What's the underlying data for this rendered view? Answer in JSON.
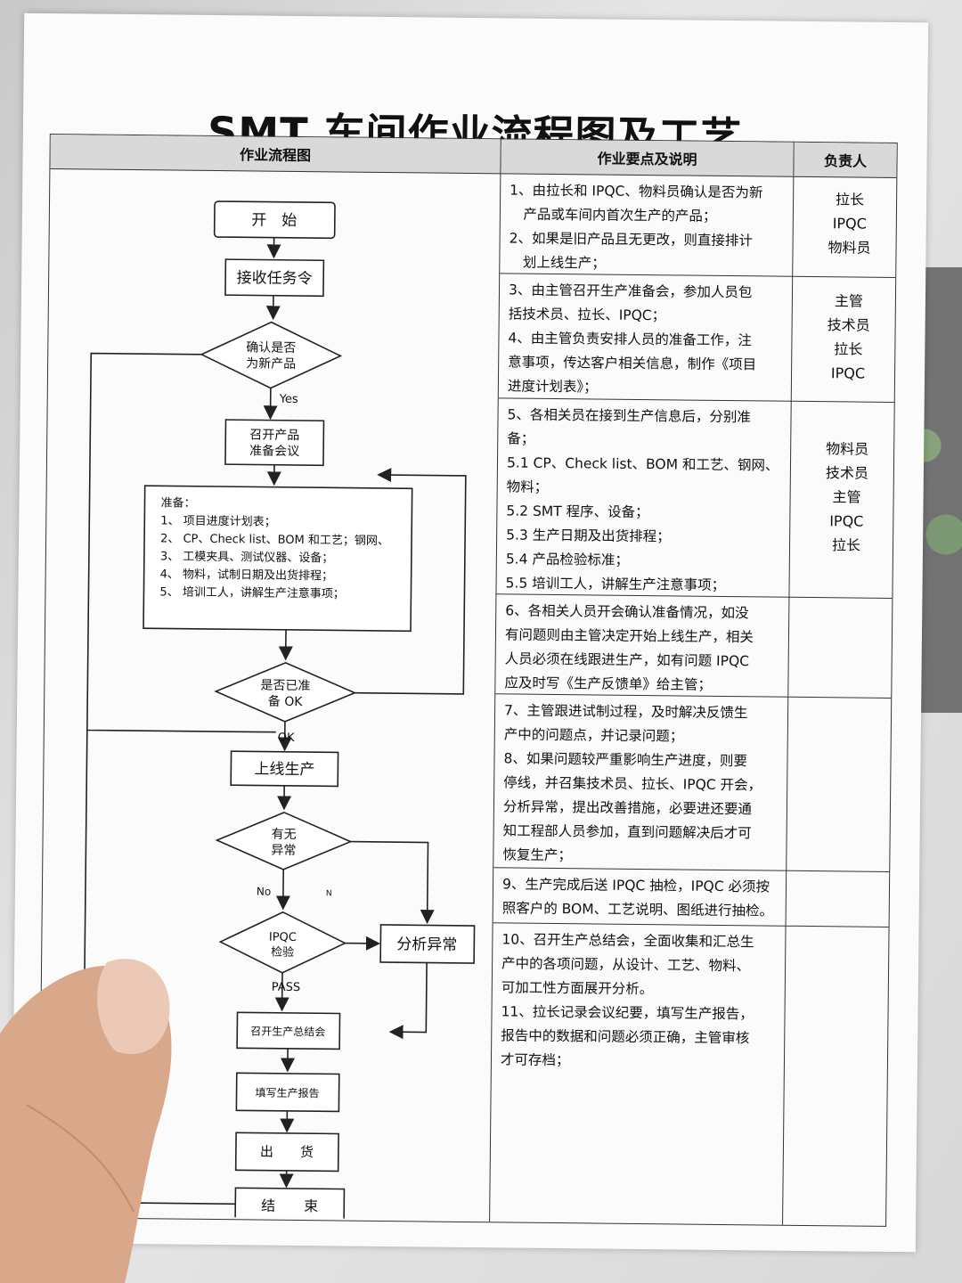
{
  "doc": {
    "title": "SMT 车间作业流程图及工艺",
    "headers": {
      "flow": "作业流程图",
      "points": "作业要点及说明",
      "owner": "负责人"
    }
  },
  "flow": {
    "start": "开　始",
    "receive": "接收任务令",
    "confirm_l1": "确认是否",
    "confirm_l2": "为新产品",
    "yes": "Yes",
    "meeting_l1": "召开产品",
    "meeting_l2": "准备会议",
    "prep": [
      "准备：",
      "1、 项目进度计划表；",
      "2、 CP、Check list、BOM 和工艺；钢网、",
      "3、 工模夹具、测试仪器、设备；",
      "4、 物料，试制日期及出货排程；",
      "5、 培训工人，讲解生产注意事项；"
    ],
    "ready_l1": "是否已准",
    "ready_l2": "备 OK",
    "ok": "OK",
    "online": "上线生产",
    "abn_l1": "有无",
    "abn_l2": "异常",
    "no": "No",
    "n": "N",
    "analyze": "分析异常",
    "ipqc_l1": "IPQC",
    "ipqc_l2": "检验",
    "pass": "PASS",
    "summary": "召开生产总结会",
    "report": "填写生产报告",
    "ship": "出　　货",
    "end": "结　　束"
  },
  "sections": [
    {
      "text": [
        "1、由拉长和 IPQC、物料员确认是否为新",
        "　产品或车间内首次生产的产品；",
        "2、如果是旧产品且无更改，则直接排计",
        "　划上线生产；"
      ],
      "owner": [
        "拉长",
        "IPQC",
        "物料员"
      ]
    },
    {
      "text": [
        "3、由主管召开生产准备会，参加人员包",
        "括技术员、拉长、IPQC；",
        "4、由主管负责安排人员的准备工作，注",
        "意事项，传达客户相关信息，制作《项目",
        "进度计划表》；"
      ],
      "owner": [
        "主管",
        "技术员",
        "拉长",
        "IPQC"
      ]
    },
    {
      "text": [
        "5、各相关员在接到生产信息后，分别准",
        "备；",
        "5.1 CP、Check list、BOM 和工艺、钢网、",
        "物料；",
        "5.2 SMT 程序、设备；",
        "5.3 生产日期及出货排程；",
        "5.4 产品检验标准；",
        "5.5 培训工人，讲解生产注意事项；"
      ],
      "owner": [
        "物料员",
        "技术员",
        "主管",
        "IPQC",
        "拉长"
      ]
    },
    {
      "text": [
        "6、各相关人员开会确认准备情况，如没",
        "有问题则由主管决定开始上线生产，相关",
        "人员必须在线跟进生产，如有问题 IPQC",
        "应及时写《生产反馈单》给主管；"
      ],
      "owner": []
    },
    {
      "text": [
        "7、主管跟进试制过程，及时解决反馈生",
        "产中的问题点，并记录问题；",
        "8、如果问题较严重影响生产进度，则要",
        "停线，并召集技术员、拉长、IPQC 开会，",
        "分析异常，提出改善措施，必要进还要通",
        "知工程部人员参加，直到问题解决后才可",
        "恢复生产；"
      ],
      "owner": []
    },
    {
      "text": [
        "9、生产完成后送 IPQC 抽检，IPQC 必须按",
        "照客户的 BOM、工艺说明、图纸进行抽检。"
      ],
      "owner": []
    },
    {
      "text": [
        "10、召开生产总结会，全面收集和汇总生",
        "产中的各项问题，从设计、工艺、物料、",
        "可加工性方面展开分析。",
        "11、拉长记录会议纪要，填写生产报告，",
        "报告中的数据和问题必须正确，主管审核",
        "才可存档；"
      ],
      "owner": []
    }
  ]
}
